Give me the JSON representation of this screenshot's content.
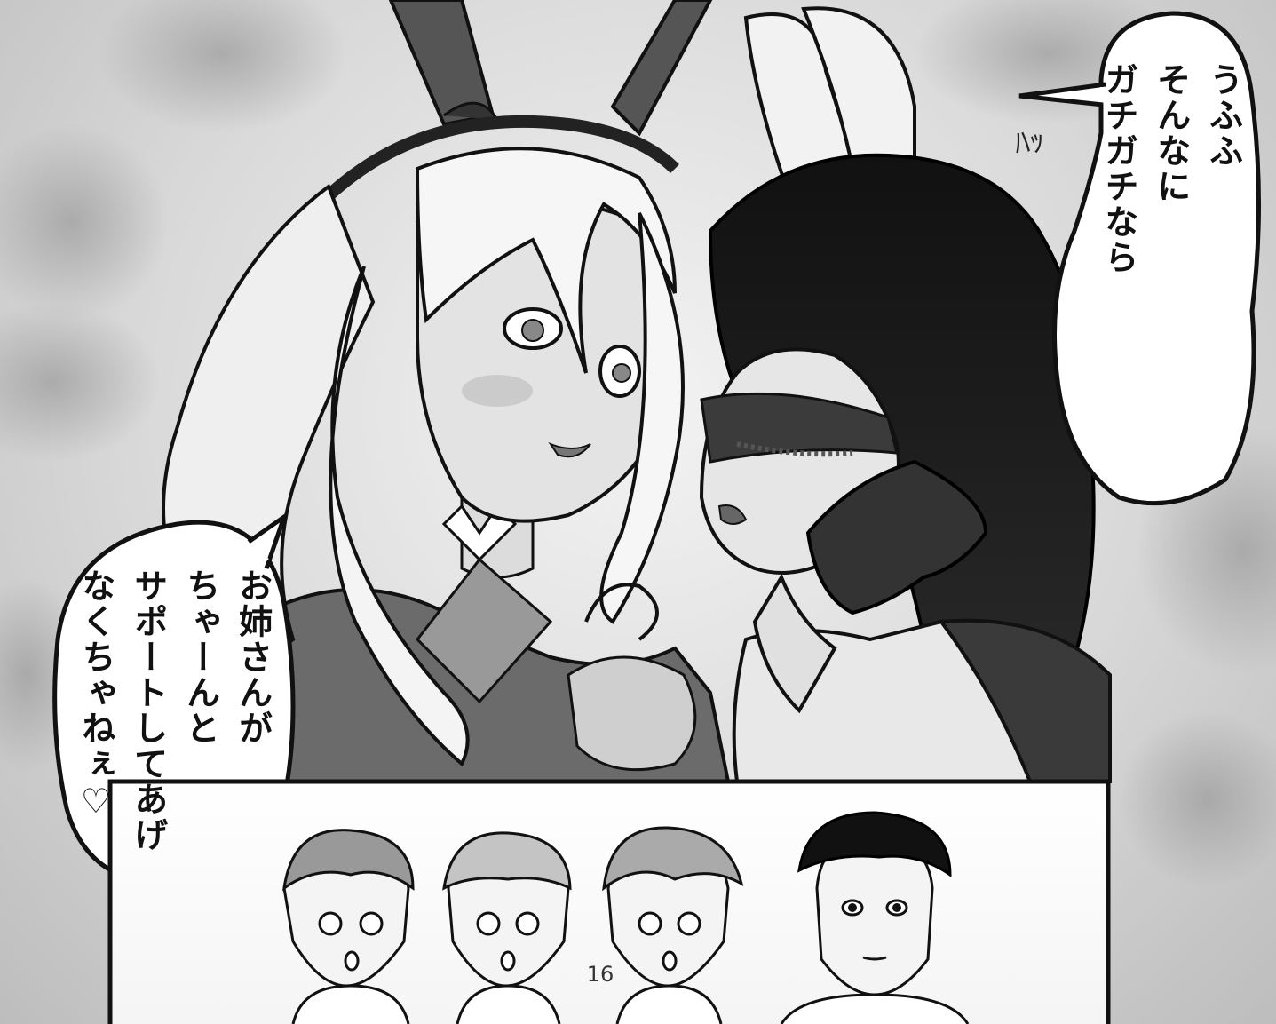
{
  "bubbles": {
    "right_line1": "うふふ",
    "right_line2": "そんなに",
    "right_line3": "ガチガチなら",
    "left_line1": "お姉さんが",
    "left_line2": "ちゃーんと",
    "left_line3": "サポートしてあげ",
    "left_line4": "なくちゃねぇ♡"
  },
  "sfx": "ﾊｯ",
  "page_number": "16"
}
